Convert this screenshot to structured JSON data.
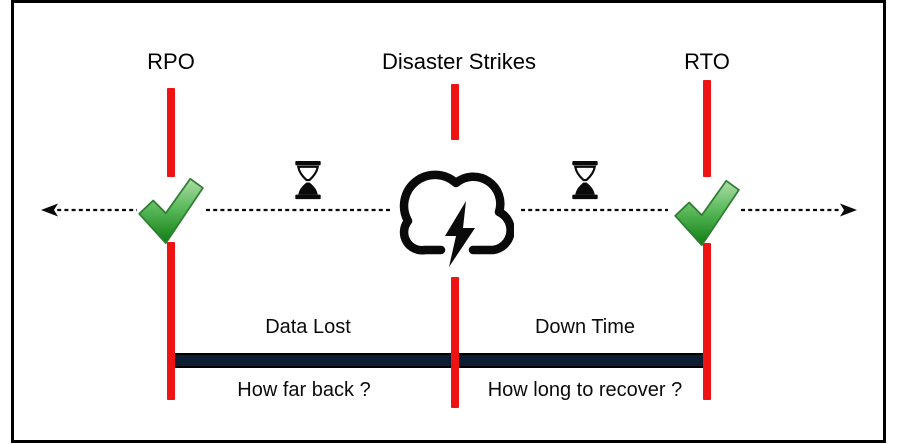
{
  "diagram": {
    "markers": {
      "rpo_label": "RPO",
      "disaster_label": "Disaster Strikes",
      "rto_label": "RTO"
    },
    "segments": {
      "data_lost_label": "Data Lost",
      "data_lost_question": "How far back ?",
      "down_time_label": "Down Time",
      "down_time_question": "How long to recover ?"
    },
    "icons": {
      "left_marker_icon": "green-checkmark-icon",
      "right_marker_icon": "green-checkmark-icon",
      "disaster_icon": "storm-cloud-lightning-icon",
      "elapsed_time_icon": "hourglass-icon",
      "timeline_icon": "dashed-double-arrow-timeline"
    },
    "colors": {
      "marker_red": "#ee1414",
      "duration_bar": "#0d1e32",
      "ink": "#0a0a0a",
      "background": "#ffffff",
      "check_light": "#aedca8",
      "check_mid": "#5bba5b",
      "check_dark": "#0f7d12",
      "check_stroke": "#2f7d32"
    }
  }
}
